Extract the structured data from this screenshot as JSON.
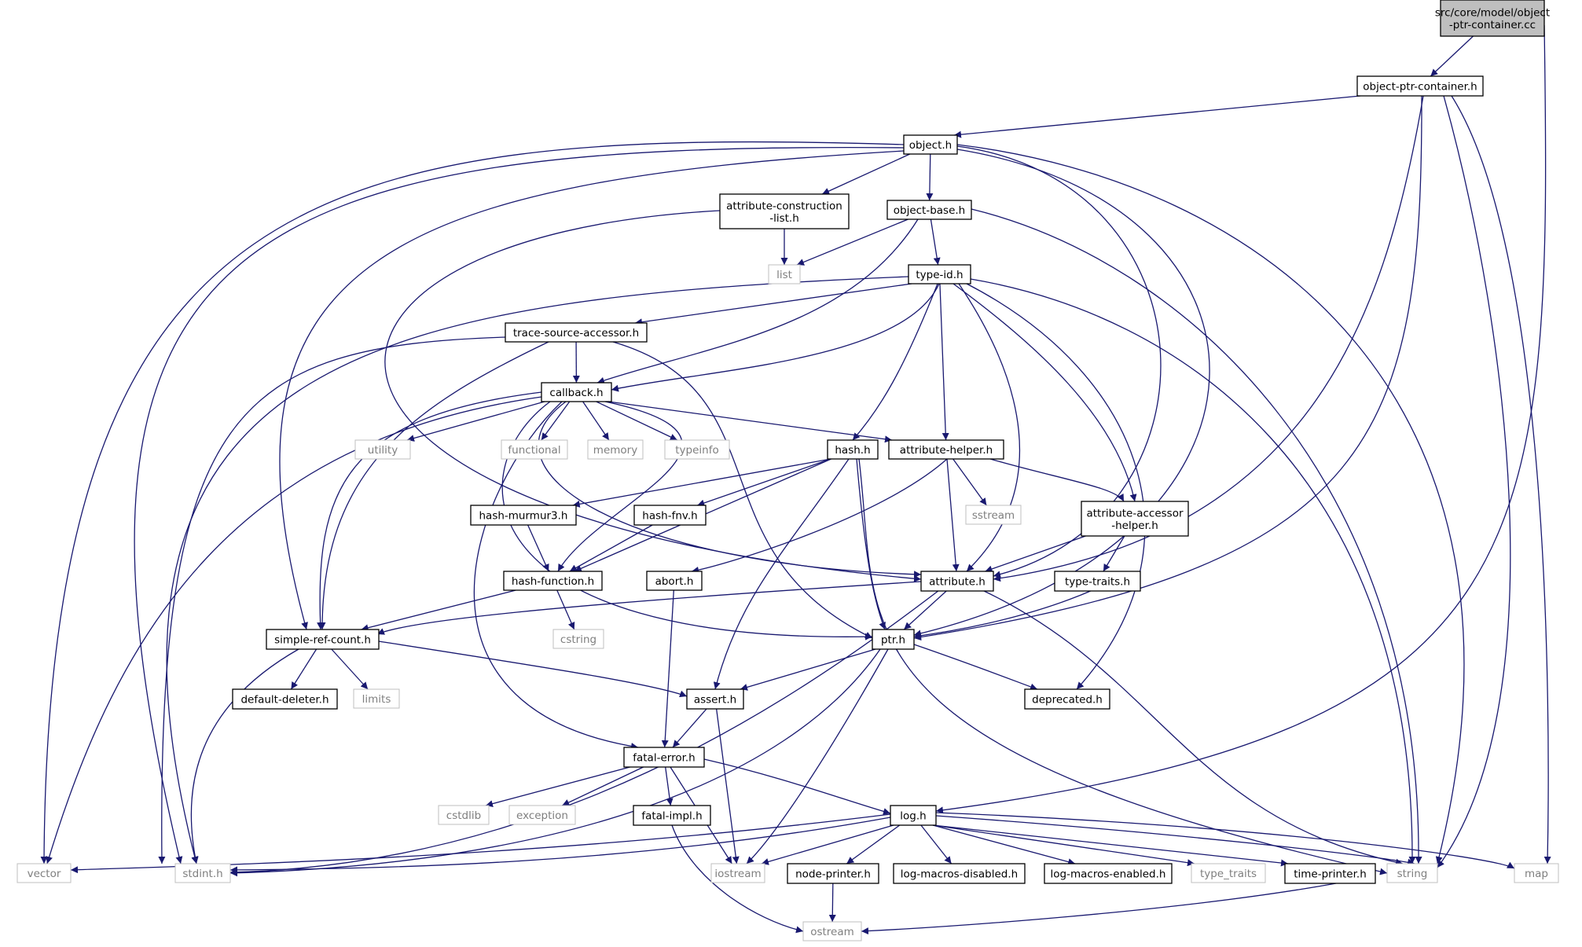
{
  "graph": {
    "edge_color": "#191970",
    "nodes": [
      {
        "id": "root",
        "lines": [
          "src/core/model/object",
          "-ptr-container.cc"
        ],
        "kind": "root"
      },
      {
        "id": "opc",
        "lines": [
          "object-ptr-container.h"
        ],
        "kind": "doc"
      },
      {
        "id": "object",
        "lines": [
          "object.h"
        ],
        "kind": "doc"
      },
      {
        "id": "acl",
        "lines": [
          "attribute-construction",
          "-list.h"
        ],
        "kind": "doc"
      },
      {
        "id": "objbase",
        "lines": [
          "object-base.h"
        ],
        "kind": "doc"
      },
      {
        "id": "list",
        "lines": [
          "list"
        ],
        "kind": "sys"
      },
      {
        "id": "typeid",
        "lines": [
          "type-id.h"
        ],
        "kind": "doc"
      },
      {
        "id": "tsa",
        "lines": [
          "trace-source-accessor.h"
        ],
        "kind": "doc"
      },
      {
        "id": "callback",
        "lines": [
          "callback.h"
        ],
        "kind": "doc"
      },
      {
        "id": "utility",
        "lines": [
          "utility"
        ],
        "kind": "sys"
      },
      {
        "id": "functional",
        "lines": [
          "functional"
        ],
        "kind": "sys"
      },
      {
        "id": "memory",
        "lines": [
          "memory"
        ],
        "kind": "sys"
      },
      {
        "id": "typeinfo",
        "lines": [
          "typeinfo"
        ],
        "kind": "sys"
      },
      {
        "id": "hash",
        "lines": [
          "hash.h"
        ],
        "kind": "doc"
      },
      {
        "id": "ahelper",
        "lines": [
          "attribute-helper.h"
        ],
        "kind": "doc"
      },
      {
        "id": "sstream",
        "lines": [
          "sstream"
        ],
        "kind": "sys"
      },
      {
        "id": "aah",
        "lines": [
          "attribute-accessor",
          "-helper.h"
        ],
        "kind": "doc"
      },
      {
        "id": "murmur",
        "lines": [
          "hash-murmur3.h"
        ],
        "kind": "doc"
      },
      {
        "id": "fnv",
        "lines": [
          "hash-fnv.h"
        ],
        "kind": "doc"
      },
      {
        "id": "hfunc",
        "lines": [
          "hash-function.h"
        ],
        "kind": "doc"
      },
      {
        "id": "abort",
        "lines": [
          "abort.h"
        ],
        "kind": "doc"
      },
      {
        "id": "attribute",
        "lines": [
          "attribute.h"
        ],
        "kind": "doc"
      },
      {
        "id": "ttraits",
        "lines": [
          "type-traits.h"
        ],
        "kind": "doc"
      },
      {
        "id": "src",
        "lines": [
          "simple-ref-count.h"
        ],
        "kind": "doc"
      },
      {
        "id": "cstring",
        "lines": [
          "cstring"
        ],
        "kind": "sys"
      },
      {
        "id": "ptr",
        "lines": [
          "ptr.h"
        ],
        "kind": "doc"
      },
      {
        "id": "ddel",
        "lines": [
          "default-deleter.h"
        ],
        "kind": "doc"
      },
      {
        "id": "limits",
        "lines": [
          "limits"
        ],
        "kind": "sys"
      },
      {
        "id": "assert",
        "lines": [
          "assert.h"
        ],
        "kind": "doc"
      },
      {
        "id": "deprecated",
        "lines": [
          "deprecated.h"
        ],
        "kind": "doc"
      },
      {
        "id": "ferror",
        "lines": [
          "fatal-error.h"
        ],
        "kind": "doc"
      },
      {
        "id": "cstdlib",
        "lines": [
          "cstdlib"
        ],
        "kind": "sys"
      },
      {
        "id": "exception",
        "lines": [
          "exception"
        ],
        "kind": "sys"
      },
      {
        "id": "fimpl",
        "lines": [
          "fatal-impl.h"
        ],
        "kind": "doc"
      },
      {
        "id": "log",
        "lines": [
          "log.h"
        ],
        "kind": "doc"
      },
      {
        "id": "vector",
        "lines": [
          "vector"
        ],
        "kind": "sys"
      },
      {
        "id": "stdint",
        "lines": [
          "stdint.h"
        ],
        "kind": "sys"
      },
      {
        "id": "iostream",
        "lines": [
          "iostream"
        ],
        "kind": "sys"
      },
      {
        "id": "nprinter",
        "lines": [
          "node-printer.h"
        ],
        "kind": "doc"
      },
      {
        "id": "lmd",
        "lines": [
          "log-macros-disabled.h"
        ],
        "kind": "doc"
      },
      {
        "id": "lme",
        "lines": [
          "log-macros-enabled.h"
        ],
        "kind": "doc"
      },
      {
        "id": "typetraits",
        "lines": [
          "type_traits"
        ],
        "kind": "sys"
      },
      {
        "id": "tprinter",
        "lines": [
          "time-printer.h"
        ],
        "kind": "doc"
      },
      {
        "id": "string",
        "lines": [
          "string"
        ],
        "kind": "sys"
      },
      {
        "id": "map",
        "lines": [
          "map"
        ],
        "kind": "sys"
      },
      {
        "id": "ostream",
        "lines": [
          "ostream"
        ],
        "kind": "sys"
      }
    ],
    "edges": [
      [
        "root",
        "opc"
      ],
      [
        "root",
        "log"
      ],
      [
        "opc",
        "object"
      ],
      [
        "opc",
        "attribute"
      ],
      [
        "opc",
        "ptr"
      ],
      [
        "opc",
        "string"
      ],
      [
        "opc",
        "map"
      ],
      [
        "object",
        "acl"
      ],
      [
        "object",
        "objbase"
      ],
      [
        "object",
        "vector"
      ],
      [
        "object",
        "stdint"
      ],
      [
        "object",
        "src"
      ],
      [
        "object",
        "attribute"
      ],
      [
        "object",
        "ptr"
      ],
      [
        "object",
        "string"
      ],
      [
        "acl",
        "list"
      ],
      [
        "acl",
        "attribute"
      ],
      [
        "objbase",
        "list"
      ],
      [
        "objbase",
        "typeid"
      ],
      [
        "objbase",
        "callback"
      ],
      [
        "objbase",
        "string"
      ],
      [
        "typeid",
        "tsa"
      ],
      [
        "typeid",
        "callback"
      ],
      [
        "typeid",
        "hash"
      ],
      [
        "typeid",
        "ahelper"
      ],
      [
        "typeid",
        "aah"
      ],
      [
        "typeid",
        "attribute"
      ],
      [
        "typeid",
        "deprecated"
      ],
      [
        "typeid",
        "stdint"
      ],
      [
        "typeid",
        "string"
      ],
      [
        "tsa",
        "callback"
      ],
      [
        "tsa",
        "src"
      ],
      [
        "tsa",
        "stdint"
      ],
      [
        "tsa",
        "ptr"
      ],
      [
        "callback",
        "utility"
      ],
      [
        "callback",
        "functional"
      ],
      [
        "callback",
        "memory"
      ],
      [
        "callback",
        "typeinfo"
      ],
      [
        "callback",
        "ahelper"
      ],
      [
        "callback",
        "src"
      ],
      [
        "callback",
        "ferror"
      ],
      [
        "callback",
        "vector"
      ],
      [
        "callback",
        "ptr"
      ],
      [
        "callback",
        "attribute"
      ],
      [
        "callback",
        "hfunc"
      ],
      [
        "hash",
        "murmur"
      ],
      [
        "hash",
        "fnv"
      ],
      [
        "hash",
        "hfunc"
      ],
      [
        "hash",
        "assert"
      ],
      [
        "hash",
        "ptr"
      ],
      [
        "hash",
        "string"
      ],
      [
        "ahelper",
        "abort"
      ],
      [
        "ahelper",
        "attribute"
      ],
      [
        "ahelper",
        "sstream"
      ],
      [
        "ahelper",
        "aah"
      ],
      [
        "aah",
        "attribute"
      ],
      [
        "aah",
        "ttraits"
      ],
      [
        "murmur",
        "hfunc"
      ],
      [
        "fnv",
        "hfunc"
      ],
      [
        "hfunc",
        "src"
      ],
      [
        "hfunc",
        "cstring"
      ],
      [
        "abort",
        "ferror"
      ],
      [
        "attribute",
        "src"
      ],
      [
        "attribute",
        "ptr"
      ],
      [
        "attribute",
        "string"
      ],
      [
        "attribute",
        "stdint"
      ],
      [
        "ttraits",
        "ptr"
      ],
      [
        "src",
        "ddel"
      ],
      [
        "src",
        "limits"
      ],
      [
        "src",
        "assert"
      ],
      [
        "src",
        "stdint"
      ],
      [
        "ptr",
        "assert"
      ],
      [
        "ptr",
        "deprecated"
      ],
      [
        "ptr",
        "iostream"
      ],
      [
        "ptr",
        "stdint"
      ],
      [
        "assert",
        "ferror"
      ],
      [
        "assert",
        "iostream"
      ],
      [
        "ferror",
        "cstdlib"
      ],
      [
        "ferror",
        "exception"
      ],
      [
        "ferror",
        "fimpl"
      ],
      [
        "ferror",
        "log"
      ],
      [
        "ferror",
        "iostream"
      ],
      [
        "fimpl",
        "ostream"
      ],
      [
        "log",
        "vector"
      ],
      [
        "log",
        "stdint"
      ],
      [
        "log",
        "iostream"
      ],
      [
        "log",
        "nprinter"
      ],
      [
        "log",
        "lmd"
      ],
      [
        "log",
        "lme"
      ],
      [
        "log",
        "typetraits"
      ],
      [
        "log",
        "tprinter"
      ],
      [
        "log",
        "string"
      ],
      [
        "log",
        "map"
      ],
      [
        "nprinter",
        "ostream"
      ],
      [
        "tprinter",
        "ostream"
      ]
    ]
  }
}
